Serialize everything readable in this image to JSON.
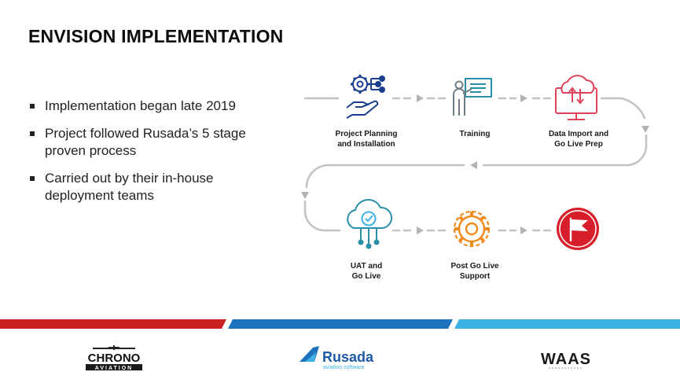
{
  "title": "ENVISION IMPLEMENTATION",
  "bullets": [
    "Implementation began late 2019",
    "Project followed Rusada’s 5 stage proven process",
    "Carried out by their in-house deployment teams"
  ],
  "process": {
    "steps": [
      {
        "line1": "Project Planning",
        "line2": "and Installation",
        "icon": "gears-hand-icon"
      },
      {
        "line1": "",
        "line2": "Training",
        "icon": "presentation-icon"
      },
      {
        "line1": "Data Import and",
        "line2": "Go Live Prep",
        "icon": "cloud-upload-icon"
      },
      {
        "line1": "UAT and",
        "line2": "Go Live",
        "icon": "cloud-check-icon"
      },
      {
        "line1": "Post Go Live",
        "line2": "Support",
        "icon": "gear-orange-icon"
      },
      {
        "line1": "",
        "line2": "",
        "icon": "flag-icon"
      }
    ]
  },
  "footer": {
    "logo_chrono": "CHRONO",
    "logo_chrono_sub": "AVIATION",
    "logo_rusada": "Rusada",
    "logo_rusada_sub": "aviation software",
    "logo_waas": "WAAS"
  },
  "colors": {
    "red": "#cc1f24",
    "blue": "#1e73be",
    "light_blue": "#3fb0e4",
    "teal": "#2a8fa8",
    "orange": "#f08a1c",
    "pink": "#e0445b"
  }
}
